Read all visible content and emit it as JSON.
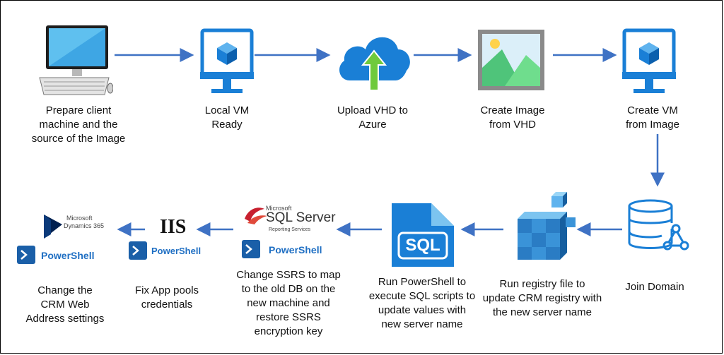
{
  "colors": {
    "arrow": "#3f72c4",
    "azure": "#1a7fd6",
    "azure_dark": "#0b5fad"
  },
  "nodes": {
    "prepare_client": {
      "label": "Prepare client\nmachine and the\nsource of the Image",
      "icon": "desktop-computer-icon"
    },
    "local_vm": {
      "label": "Local VM\nReady",
      "icon": "vm-monitor-icon"
    },
    "upload_vhd": {
      "label": "Upload VHD to\nAzure",
      "icon": "cloud-upload-icon"
    },
    "create_image": {
      "label": "Create Image\nfrom VHD",
      "icon": "image-icon"
    },
    "create_vm": {
      "label": "Create VM\nfrom Image",
      "icon": "vm-monitor-icon"
    },
    "join_domain": {
      "label": "Join Domain",
      "icon": "database-network-icon"
    },
    "run_registry": {
      "label": "Run registry file to\nupdate CRM registry with\nthe new server name",
      "icon": "registry-cubes-icon"
    },
    "run_powershell": {
      "label": "Run PowerShell to\nexecute SQL scripts to\nupdate values with\nnew server name",
      "icon": "sql-file-icon",
      "icon_text": "SQL"
    },
    "change_ssrs": {
      "label": "Change SSRS to map\nto the old DB on the\nnew machine and\nrestore SSRS\nencryption key",
      "icon": "sql-server-powershell-icon",
      "logo_small": "Microsoft",
      "logo_main": "SQL Server",
      "logo_sub": "Reporting Services",
      "ps_text": "PowerShell"
    },
    "fix_app_pools": {
      "label": "Fix App pools\ncredentials",
      "icon": "iis-powershell-icon",
      "logo_main": "IIS",
      "ps_text": "PowerShell"
    },
    "change_crm": {
      "label": "Change the\nCRM Web\nAddress settings",
      "icon": "dynamics-powershell-icon",
      "logo_small": "Microsoft",
      "logo_main": "Dynamics 365",
      "ps_text": "PowerShell"
    }
  }
}
